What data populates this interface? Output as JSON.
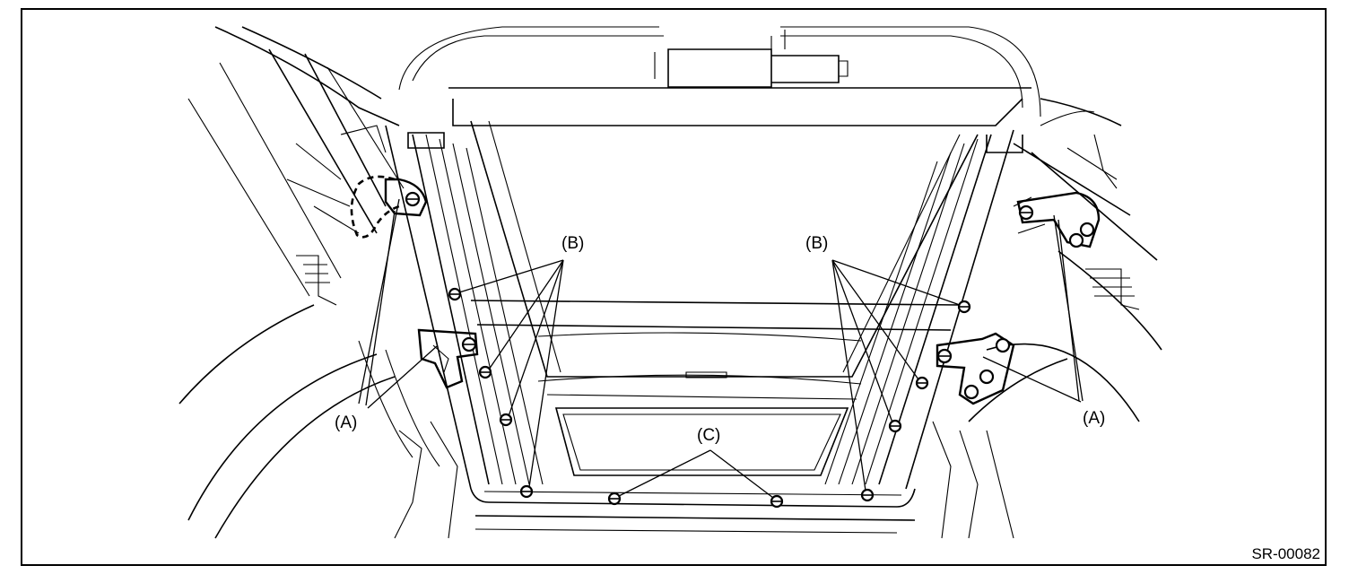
{
  "figure": {
    "drawing_code": "SR-00082",
    "callouts": {
      "a_left": "(A)",
      "a_right": "(A)",
      "b_left": "(B)",
      "b_right": "(B)",
      "c": "(C)"
    },
    "line_color": "#000000",
    "background": "#ffffff"
  }
}
